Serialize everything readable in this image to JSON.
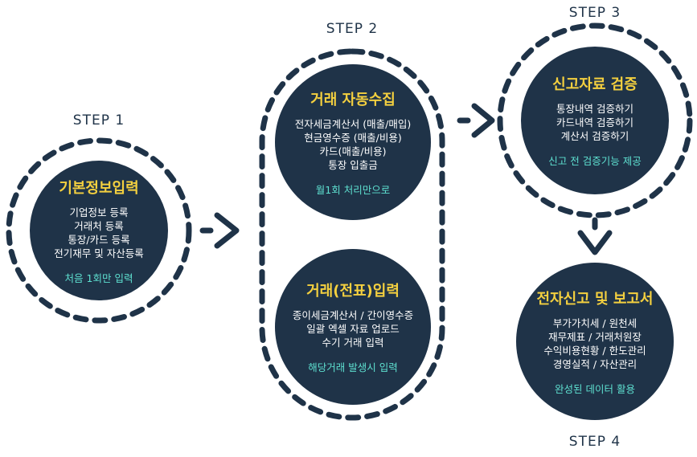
{
  "colors": {
    "circle": "#1f3348",
    "title": "#f4d03f",
    "note": "#5ee0d0",
    "text": "#ffffff",
    "dash": "#1f3348"
  },
  "steps": [
    {
      "label": "STEP 1",
      "title": "기본정보입력",
      "lines": [
        "기업정보 등록",
        "거래처 등록",
        "통장/카드 등록",
        "전기재무 및 자산등록"
      ],
      "note": "처음 1회만 입력"
    },
    {
      "label": "STEP 2",
      "title": "거래 자동수집",
      "lines": [
        "전자세금계산서 (매출/매입)",
        "현금영수증 (매출/비용)",
        "카드(매출/비용)",
        "통장 입출금"
      ],
      "note": "월1회 처리만으로",
      "title2": "거래(전표)입력",
      "lines2": [
        "종이세금계산서 / 간이영수증",
        "일괄 엑셀 자료 업로드",
        "수기 거래 입력"
      ],
      "note2": "해당거래 발생시 입력"
    },
    {
      "label": "STEP 3",
      "title": "신고자료 검증",
      "lines": [
        "통장내역 검증하기",
        "카드내역 검증하기",
        "계산서 검증하기"
      ],
      "note": "신고 전 검증기능 제공"
    },
    {
      "label": "STEP 4",
      "title": "전자신고 및 보고서",
      "lines": [
        "부가가치세 / 원천세",
        "재무제표 / 거래처원장",
        "수익비용현황 / 한도관리",
        "경영실적 / 자산관리"
      ],
      "note": "완성된 데이터 활용"
    }
  ]
}
